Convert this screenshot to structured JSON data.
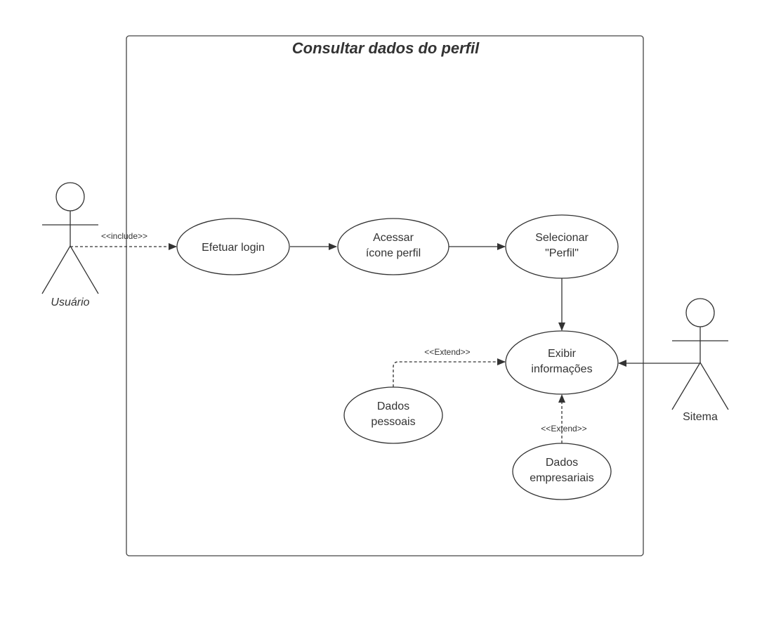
{
  "diagram": {
    "title": "Consultar dados do perfil",
    "actors": {
      "user": "Usuário",
      "system": "Sitema"
    },
    "use_cases": {
      "login": [
        "Efetuar login"
      ],
      "access_icon": [
        "Acessar",
        "ícone perfil"
      ],
      "select_profile": [
        "Selecionar",
        "\"Perfil\""
      ],
      "show_info": [
        "Exibir",
        "informações"
      ],
      "personal_data": [
        "Dados",
        "pessoais"
      ],
      "business_data": [
        "Dados",
        "empresariais"
      ]
    },
    "relations": {
      "include": "<<include>>",
      "extend_personal": "<<Extend>>",
      "extend_business": "<<Extend>>"
    }
  }
}
